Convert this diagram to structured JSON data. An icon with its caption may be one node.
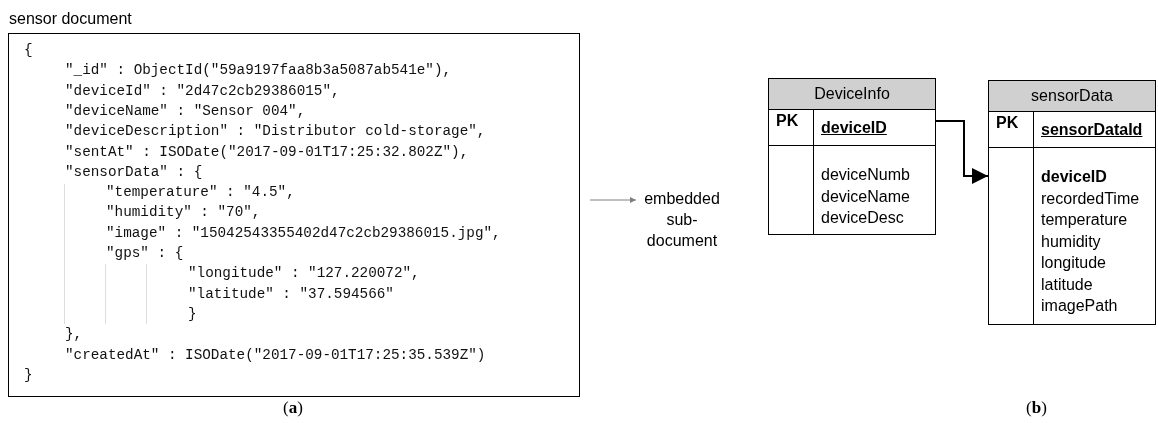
{
  "diagram": {
    "nodes": [
      {
        "text": [
          "sensor document",
          "{",
          "\"_id\" : ObjectId(\"59a9197faa8b3a5087ab541e\"),",
          "\"deviceId\" : \"2d47c2cb29386015\",",
          "\"deviceName\" : \"Sensor 004\",",
          "\"deviceDescription\" : \"Distributor cold-storage\",",
          "\"sentAt\" : ISODate(\"2017-09-01T17:25:32.802Z\"),",
          "\"sensorData\" : {",
          "\"temperature\" : \"4.5\",",
          "\"humidity\" : \"70\",",
          "\"image\" : \"15042543355402d47c2cb29386015.jpg\",",
          "\"gps\" : {",
          "\"longitude\" : \"127.220072\",",
          "\"latitude\" : \"37.594566\"",
          "}",
          "},",
          "\"createdAt\" : ISODate(\"2017-09-01T17:25:35.539Z\")",
          "}"
        ]
      },
      {
        "text": [
          "embedded sub-document"
        ]
      },
      {
        "text": [
          "DeviceInfo",
          "PK",
          "deviceID",
          "deviceNumb",
          "deviceName",
          "deviceDesc"
        ]
      },
      {
        "text": [
          "sensorData",
          "PK",
          "sensorDataId",
          "deviceID",
          "recordedTime",
          "temperature",
          "humidity",
          "longitude",
          "latitude",
          "imagePath"
        ]
      }
    ],
    "edges": [
      {
        "from": 0,
        "to": 1,
        "arrow": "to",
        "color": "#808080"
      },
      {
        "from": 2,
        "to": 3,
        "arrow": "to",
        "color": "#000000"
      }
    ],
    "labels": [
      "(**a**)",
      "(**b**)"
    ]
  }
}
